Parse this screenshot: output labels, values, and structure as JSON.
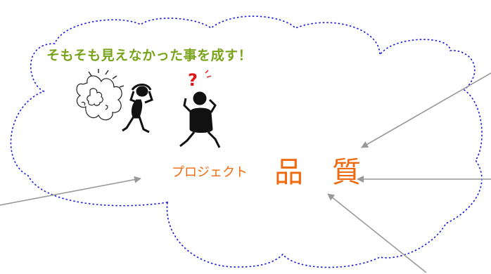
{
  "caption": "そもそも見えなかった事を成す！",
  "project_label": "プロジェクト",
  "quality_label": "品 質",
  "question_mark": "?",
  "colors": {
    "caption": "#7aa31c",
    "orange_text": "#f06a0f",
    "cloud_outline": "#1a1ad6",
    "arrow": "#999999",
    "question_mark": "#e01515",
    "figure": "#111111"
  },
  "icons": {
    "explosion": "explosion-icon",
    "head_holding_figure": "head-holding-figure-icon",
    "confused_figure": "confused-figure-icon"
  }
}
